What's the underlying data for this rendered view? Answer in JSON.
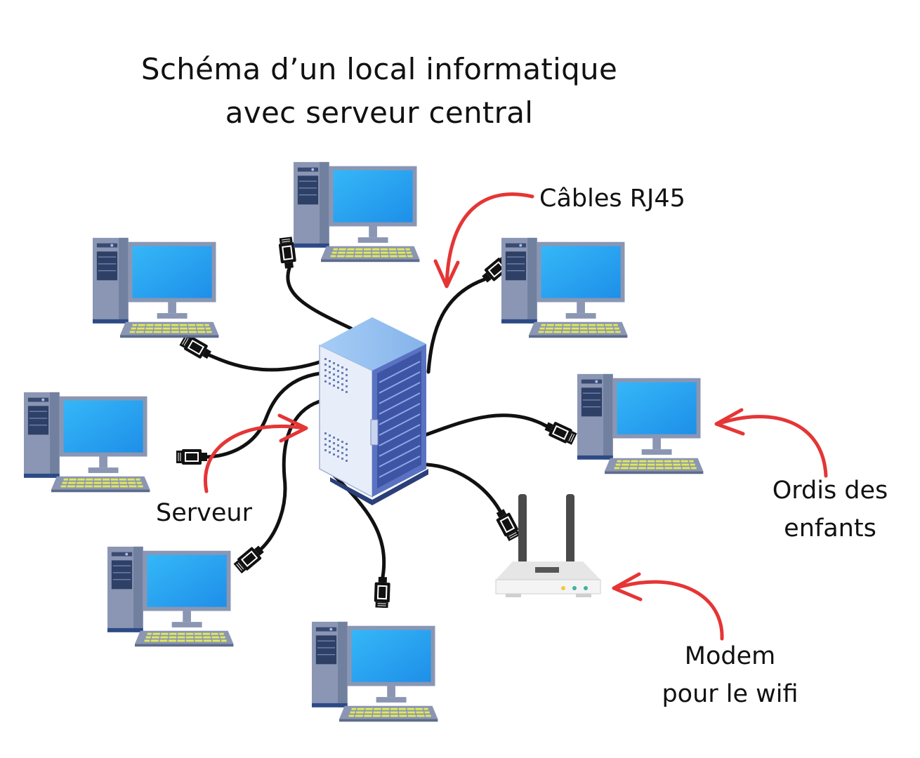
{
  "title": {
    "line1": "Schéma d’un local informatique",
    "line2": "avec serveur central"
  },
  "labels": {
    "cables": "Câbles RJ45",
    "server": "Serveur",
    "computers_line1": "Ordis des",
    "computers_line2": "enfants",
    "modem_line1": "Modem",
    "modem_line2": "pour le wifi"
  },
  "icons": {
    "computer": "desktop-computer-icon",
    "server": "server-rack-icon",
    "modem": "wifi-router-icon",
    "connector": "rj45-connector-icon",
    "arrow": "curved-arrow-icon"
  },
  "colors": {
    "arrow": "#e53535",
    "cable": "#111111",
    "screen": "#3fa9f5",
    "tower": "#8a96b3",
    "server": "#5a72c2"
  }
}
